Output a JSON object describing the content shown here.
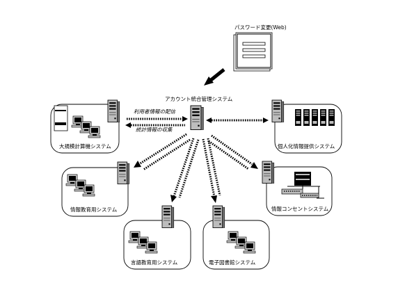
{
  "password_change": {
    "label": "パスワード変更(Web)"
  },
  "central": {
    "label": "アカウント統合管理システム"
  },
  "arrows": {
    "distribute": "利用者情報の配信",
    "collect": "統計情報の収集"
  },
  "systems": {
    "large_scale": "大規模計算機システム",
    "info_edu": "情報教育用システム",
    "lang_edu": "言語教育用システム",
    "library": "電子図書館システム",
    "info_outlet": "情報コンセントシステム",
    "personal": "個人化情報提供システム"
  },
  "colors": {
    "ink": "#000000",
    "paper": "#ffffff",
    "server": "#bdbdbd"
  },
  "icons": [
    "server-icon",
    "workstation-icon",
    "web-form-icon",
    "network-hub-icon"
  ]
}
